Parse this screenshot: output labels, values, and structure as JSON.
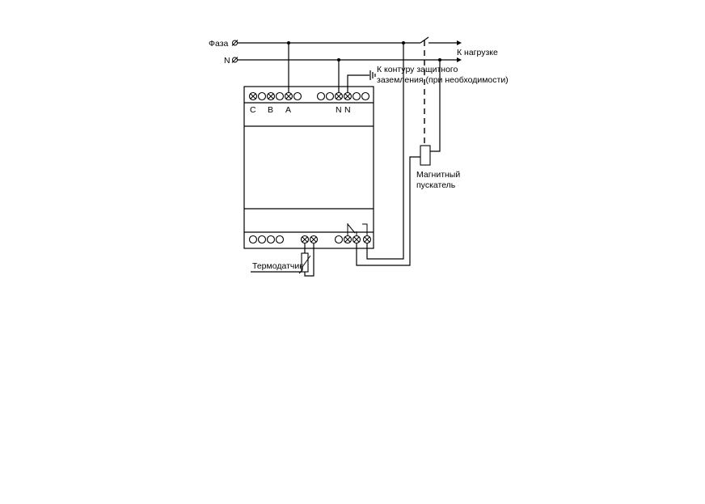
{
  "labels": {
    "phase": "Фаза",
    "neutral": "N",
    "load": "К нагрузке",
    "ground_line1": "К контуру защитного",
    "ground_line2": "заземления (при необходимости)",
    "starter_line1": "Магнитный",
    "starter_line2": "пускатель",
    "thermo": "Термодатчик"
  },
  "top_terminals": {
    "c": "C",
    "b": "B",
    "a": "A",
    "n1": "N",
    "n2": "N"
  }
}
